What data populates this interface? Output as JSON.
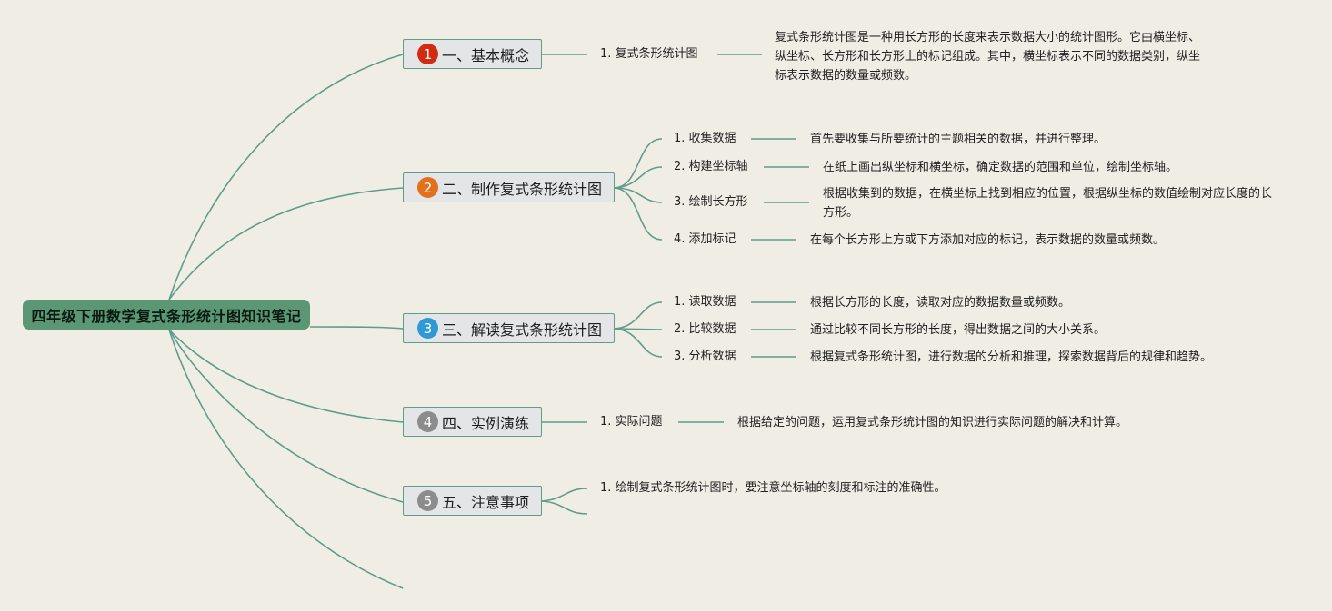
{
  "root": {
    "title": "四年级下册数学复式条形统计图知识笔记"
  },
  "topics": [
    {
      "badge": "1",
      "badge_color": "#d32a12",
      "label": "一、基本概念",
      "subs": [
        {
          "label": "1. 复式条形统计图",
          "note": "复式条形统计图是一种用长方形的长度来表示数据大小的统计图形。它由横坐标、纵坐标、长方形和长方形上的标记组成。其中，横坐标表示不同的数据类别，纵坐标表示数据的数量或频数。"
        }
      ]
    },
    {
      "badge": "2",
      "badge_color": "#e2701d",
      "label": "二、制作复式条形统计图",
      "subs": [
        {
          "label": "1. 收集数据",
          "note": "首先要收集与所要统计的主题相关的数据，并进行整理。"
        },
        {
          "label": "2. 构建坐标轴",
          "note": "在纸上画出纵坐标和横坐标，确定数据的范围和单位，绘制坐标轴。"
        },
        {
          "label": "3. 绘制长方形",
          "note": "根据收集到的数据，在横坐标上找到相应的位置，根据纵坐标的数值绘制对应长度的长方形。"
        },
        {
          "label": "4. 添加标记",
          "note": "在每个长方形上方或下方添加对应的标记，表示数据的数量或频数。"
        }
      ]
    },
    {
      "badge": "3",
      "badge_color": "#2f98d6",
      "label": "三、解读复式条形统计图",
      "subs": [
        {
          "label": "1. 读取数据",
          "note": "根据长方形的长度，读取对应的数据数量或频数。"
        },
        {
          "label": "2. 比较数据",
          "note": "通过比较不同长方形的长度，得出数据之间的大小关系。"
        },
        {
          "label": "3. 分析数据",
          "note": "根据复式条形统计图，进行数据的分析和推理，探索数据背后的规律和趋势。"
        }
      ]
    },
    {
      "badge": "4",
      "badge_color": "#8c8c8c",
      "label": "四、实例演练",
      "subs": [
        {
          "label": "1. 实际问题",
          "note": "根据给定的问题，运用复式条形统计图的知识进行实际问题的解决和计算。"
        }
      ]
    },
    {
      "badge": "5",
      "badge_color": "#8c8c8c",
      "label": "五、注意事项",
      "subs": [
        {
          "label": "1. 绘制复式条形统计图时，要注意坐标轴的刻度和标注的准确性。"
        }
      ]
    }
  ],
  "colors": {
    "line": "#5f9c8a",
    "root_fill": "#5b9774",
    "topic_fill": "#e3e5e6"
  }
}
